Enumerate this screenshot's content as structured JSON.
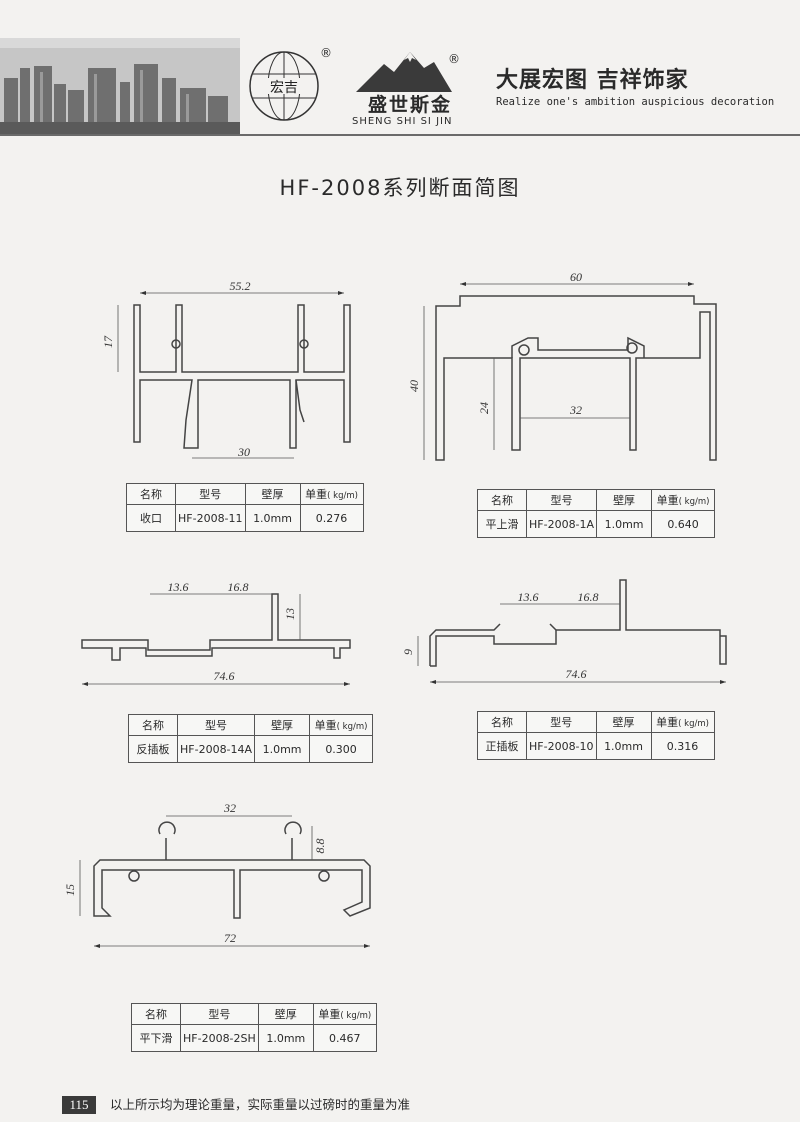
{
  "header": {
    "globe_text": "宏吉",
    "registered_mark": "®",
    "brand_cn": "盛世斯金",
    "brand_pinyin": "SHENG SHI SI JIN",
    "slogan_cn": "大展宏图 吉祥饰家",
    "slogan_en": "Realize one's ambition auspicious decoration"
  },
  "title": "HF-2008系列断面简图",
  "columns": {
    "name": "名称",
    "model": "型号",
    "thickness": "壁厚",
    "weight": "单重",
    "weight_unit": "( kg/m)"
  },
  "profiles": [
    {
      "name": "收口",
      "model": "HF-2008-11",
      "thickness": "1.0mm",
      "weight": "0.276",
      "dims": [
        "55.2",
        "17",
        "30"
      ]
    },
    {
      "name": "平上滑",
      "model": "HF-2008-1A",
      "thickness": "1.0mm",
      "weight": "0.640",
      "dims": [
        "60",
        "40",
        "24",
        "32"
      ]
    },
    {
      "name": "反插板",
      "model": "HF-2008-14A",
      "thickness": "1.0mm",
      "weight": "0.300",
      "dims": [
        "13.6",
        "16.8",
        "13",
        "74.6"
      ]
    },
    {
      "name": "正插板",
      "model": "HF-2008-10",
      "thickness": "1.0mm",
      "weight": "0.316",
      "dims": [
        "13.6",
        "16.8",
        "9",
        "74.6"
      ]
    },
    {
      "name": "平下滑",
      "model": "HF-2008-2SH",
      "thickness": "1.0mm",
      "weight": "0.467",
      "dims": [
        "32",
        "8.8",
        "15",
        "72"
      ]
    }
  ],
  "footer": {
    "page_number": "115",
    "note": "以上所示均为理论重量，实际重量以过磅时的重量为准"
  },
  "icons": [
    "skyline-image",
    "globe-logo-icon",
    "mountain-logo-icon"
  ]
}
